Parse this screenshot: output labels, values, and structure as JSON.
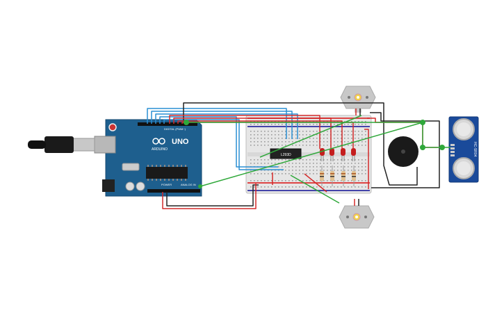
{
  "arduino": {
    "brand_text": "ARDUINO",
    "model_text": "UNO",
    "digital_header_label": "DIGITAL (PWM~)",
    "power_label": "POWER",
    "analog_label": "ANALOG IN"
  },
  "ic_chip": {
    "label": "L293D"
  },
  "ultrasonic": {
    "model_text": "HC-SR04"
  },
  "leds": {
    "count": 4
  },
  "colors": {
    "board_blue": "#1a5c8c",
    "breadboard": "#e8e8e8",
    "wire_red": "#d42a2a",
    "wire_black": "#222222",
    "wire_blue": "#2a8fd4",
    "wire_green": "#2fa83a",
    "motor_gray": "#c8c8c8",
    "led_red": "#c41e1e"
  }
}
